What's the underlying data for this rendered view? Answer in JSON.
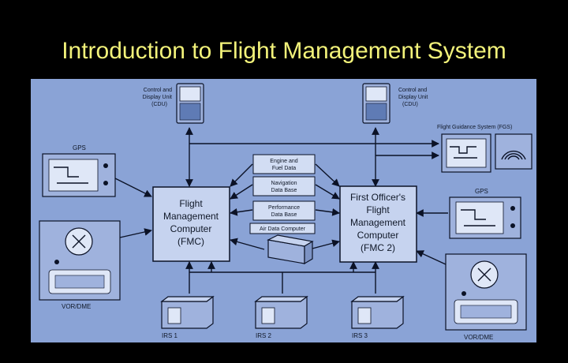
{
  "slide": {
    "title": "Introduction to Flight Management System"
  },
  "diagram": {
    "cdu_left": [
      "Control and",
      "Display Unit",
      "(CDU)"
    ],
    "cdu_right": [
      "Control and",
      "Display Unit",
      "(CDU)"
    ],
    "fgs": "Flight Guidance System (FGS)",
    "gps_left": "GPS",
    "gps_right": "GPS",
    "vor_left": "VOR/DME",
    "vor_right": "VOR/DME",
    "fmc": [
      "Flight",
      "Management",
      "Computer",
      "(FMC)"
    ],
    "fmc2": [
      "First Officer's",
      "Flight",
      "Management",
      "Computer",
      "(FMC 2)"
    ],
    "engine": [
      "Engine and",
      "Fuel Data"
    ],
    "navdb": [
      "Navigation",
      "Data Base"
    ],
    "perfdb": [
      "Performance",
      "Data Base"
    ],
    "adc": "Air Data Computer",
    "irs1": "IRS 1",
    "irs2": "IRS 2",
    "irs3": "IRS 3"
  }
}
